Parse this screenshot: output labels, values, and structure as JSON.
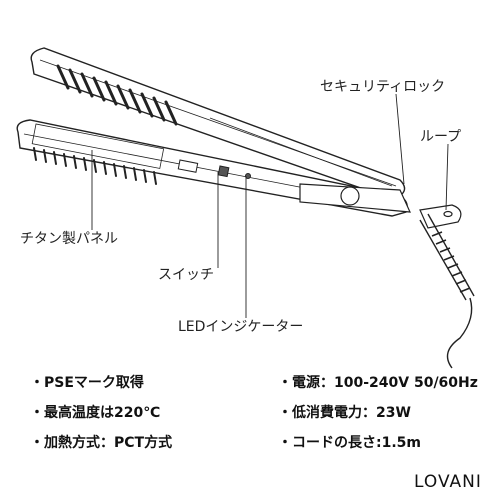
{
  "callouts": {
    "security_lock": "セキュリティロック",
    "loop": "ループ",
    "titanium_panel": "チタン製パネル",
    "switch": "スイッチ",
    "led_indicator": "LEDインジケーター"
  },
  "specs": {
    "left": [
      {
        "bullet": "・",
        "text": "PSEマーク取得"
      },
      {
        "bullet": "・",
        "text": "最高温度は220℃"
      },
      {
        "bullet": "・",
        "text": "加熱方式：PCT方式"
      }
    ],
    "right": [
      {
        "bullet": "・",
        "text": "電源：100-240V 50/60Hz"
      },
      {
        "bullet": "・",
        "text": "低消費電力：23W"
      },
      {
        "bullet": "・",
        "text": "コードの長さ:1.5m"
      }
    ]
  },
  "brand": "LOVANI"
}
